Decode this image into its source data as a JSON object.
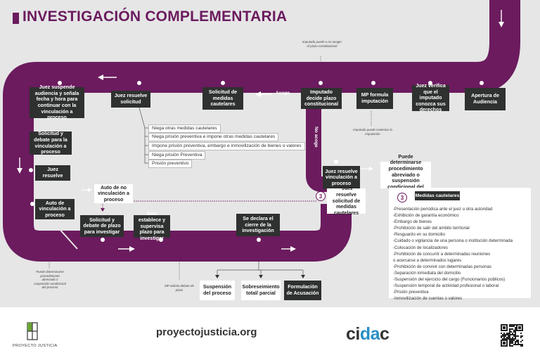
{
  "title": "INVESTIGACIÓN COMPLEMENTARIA",
  "colors": {
    "track": "#6b1b5e",
    "node": "#2f3030",
    "panel": "#e6e6e6",
    "accent": "#2a8fc4"
  },
  "icons": [
    "arrow-right-icon",
    "arrow-left-icon",
    "arrow-down-icon",
    "circle-number-icon",
    "qr-code-icon",
    "proyecto-justicia-logo-icon"
  ],
  "nodes": {
    "apertura": "Apertura de Audiencia",
    "juez_verifica": "Juez verifica que el imputado conozca sus derechos",
    "mp_formula": "MP formula imputación",
    "imputado_decide": "Imputado decide plazo constitucional",
    "solicitud_medidas": "Solicitud de medidas cautelares",
    "juez_resuelve_solicitud": "Juez resuelve solicitud",
    "juez_suspende": "Juez suspende audiencia y señala fecha y hora para continuar con la vinculación a proceso",
    "solicitud_debate_vinculacion": "Solicitud y debate para la vinculación a proceso",
    "juez_resuelve": "Juez resuelve",
    "auto_vinculacion": "Auto de vinculación a proceso",
    "solicitud_debate_plazo": "Solicitud y debate de plazo para investigar",
    "juez_establece": "Juez establece y supervisa plazo para investigar",
    "se_declara_cierre": "Se declara el cierre de la investigación",
    "juez_resuelve_vinculacion": "Juez resuelve vinculación a proceso"
  },
  "white_boxes": {
    "auto_no_vinculacion": "Auto de no vinculación a proceso",
    "puede_determinarse": "Puede determinarse procedimiento abreviado o suspensión condicional del proceso",
    "juez_resuelve_medidas": "*Juez resuelve solicitud de medidas cautelares",
    "suspension_proceso": "Suspensión del proceso",
    "sobreseimiento": "Sobreseimiento total/ parcial",
    "formulacion": "Formulación de Acusación"
  },
  "options": [
    "Niega otras medidas cautelares",
    "Niega prisión preventiva e impone otras medidas cautelares",
    "Impone prisión preventiva, embargo e inmovilización de bienes o valores",
    "Niega prisión Preventiva",
    "Prisión preventivo"
  ],
  "labels": {
    "acoge": "Acoge",
    "no_acoge": "No acoge"
  },
  "notes": {
    "top": "Imputado puede o no acoger el plazo constitucional",
    "mp": "Imputado puede contestar la imputación",
    "left": "Puede determinarse procedimiento abreviado o suspensión condicional del proceso",
    "mp_bottom": "MP solicita debate de plazo"
  },
  "medidas": {
    "number": "3",
    "title": "Medidas cautelares",
    "items": [
      "-Presentación periódica ante el juez u otra autoridad",
      "-Exhibición de garantía económico",
      "-Embargo de bienes",
      "-Prohibición de salir del ámbito territorial",
      "-Resguardo en su domicilio",
      "-Cuidado o vigilancia de una persona o institución determinada",
      "-Colocación de localizadores",
      "-Prohibición de concurrir a determinadas reuniones",
      "  o acercarse a determinados lugares",
      "-Prohibición de convivir con determinadas personas",
      "-Separación inmediata del domicilio",
      "-Suspensión del ejercicio del cargo (Funcionarios públicos)",
      "-Suspensión temporal de actividad profesional o laboral",
      "-Prisión preventiva",
      "-Inmovilización de cuentas o valores"
    ]
  },
  "footer": {
    "org": "PROYECTO JUSTICIA",
    "site": "proyectojusticia.org",
    "cidac_a": "ci",
    "cidac_b": "d",
    "cidac_c": "a",
    "cidac_d": "c"
  }
}
